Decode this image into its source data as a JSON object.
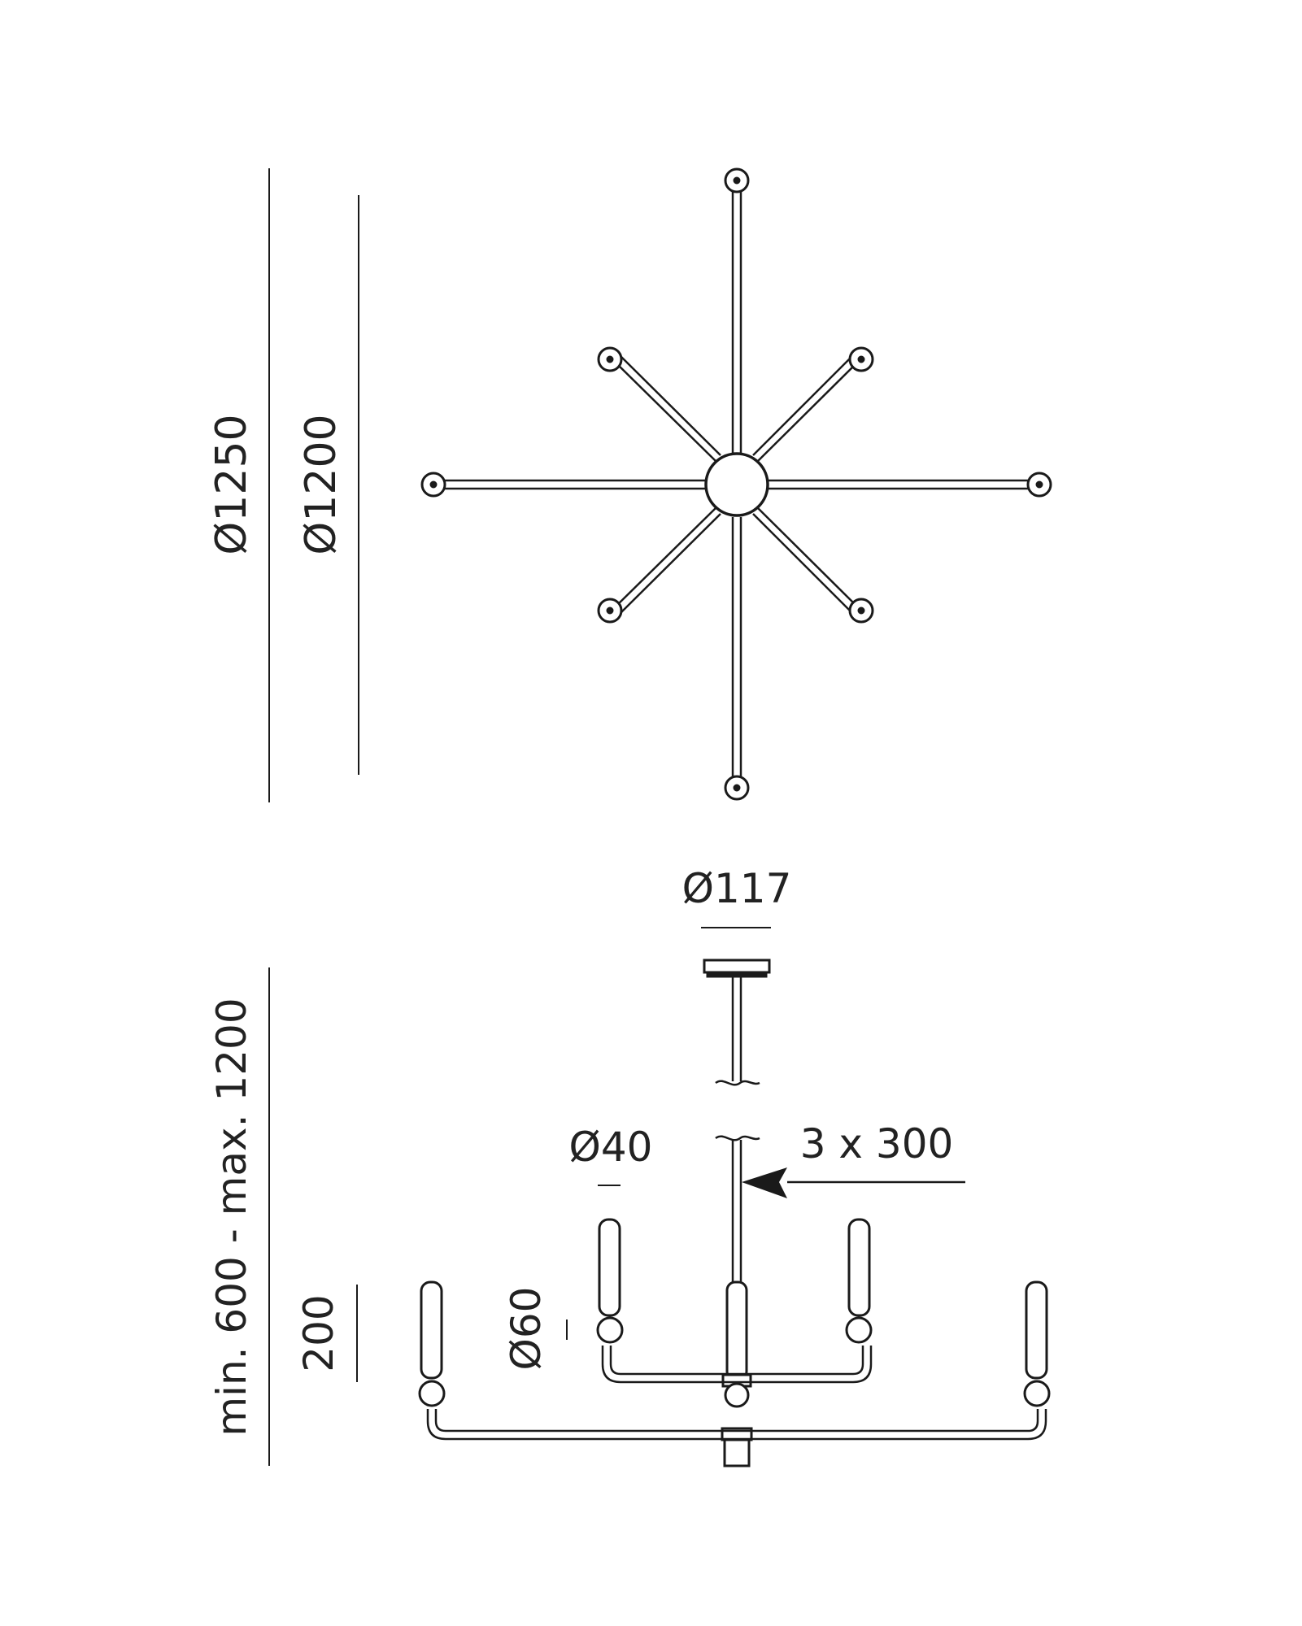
{
  "top_view": {
    "dim_outer": "Ø1250",
    "dim_inner": "Ø1200"
  },
  "side_view": {
    "canopy_dim": "Ø117",
    "height_dim": "min. 600 - max. 1200",
    "tier_dim": "200",
    "rod_dim": "Ø40",
    "globe_dim": "Ø60",
    "cable_dim": "3 x 300"
  },
  "colors": {
    "line": "#1a1a1a",
    "text": "#222222",
    "background": "#ffffff"
  }
}
